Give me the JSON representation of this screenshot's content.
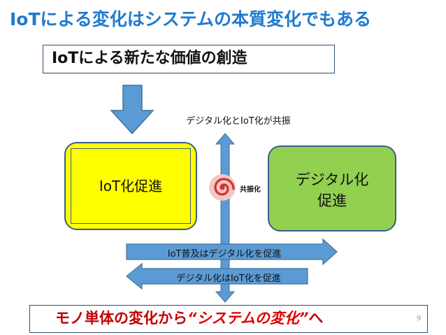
{
  "title": "IoTによる変化はシステムの本質変化でもある",
  "subtitle": "IoTによる新たな価値の創造",
  "top_arrow_label": "デジタル化とIoT化が共振",
  "box_iot_label": "IoT化促進",
  "box_digital_label_line1": "デジタル化",
  "box_digital_label_line2": "促進",
  "resonance_label": "共振化",
  "arrow_right_label": "IoT普及はデジタル化を促進",
  "arrow_left_label": "デジタル化はIoT化を促進",
  "bottom_text_pre": "モノ単体の変化から",
  "bottom_text_emph": "“システムの変化”",
  "bottom_text_post": "へ",
  "page_number": "9",
  "colors": {
    "title": "#1f7ad0",
    "arrow_fill": "#5b9bd5",
    "arrow_stroke": "#41719c",
    "iot_box": "#ffff00",
    "digital_box": "#92d050",
    "bottom_text": "#c00000"
  },
  "icons": [
    "down-arrow",
    "vertical-double-arrow",
    "spiral-icon",
    "right-arrow",
    "left-arrow"
  ]
}
